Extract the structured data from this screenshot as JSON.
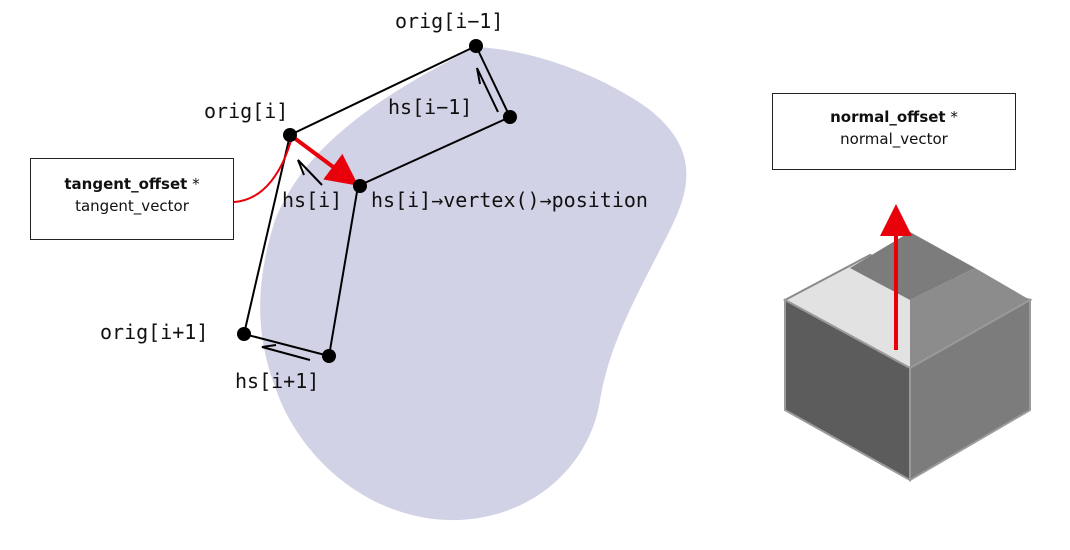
{
  "colors": {
    "surface_fill": "#d2d2e6",
    "accent": "#e8000b",
    "edge": "#000000",
    "cube_light": "#e2e2e2",
    "cube_mid": "#7c7c7c",
    "cube_dark": "#5c5c5c"
  },
  "labels": {
    "orig_prev": "orig[i−1]",
    "orig_i": "orig[i]",
    "orig_next": "orig[i+1]",
    "hs_prev": "hs[i−1]",
    "hs_i": "hs[i]",
    "hs_i_position": "hs[i]→vertex()→position",
    "hs_next": "hs[i+1]"
  },
  "tangent_box": {
    "bold": "tangent_offset",
    "op": " *",
    "vector": "tangent_vector"
  },
  "normal_box": {
    "bold": "normal_offset",
    "op": " *",
    "vector": "normal_vector"
  },
  "icons": {
    "cube": "isometric-cube-icon"
  }
}
